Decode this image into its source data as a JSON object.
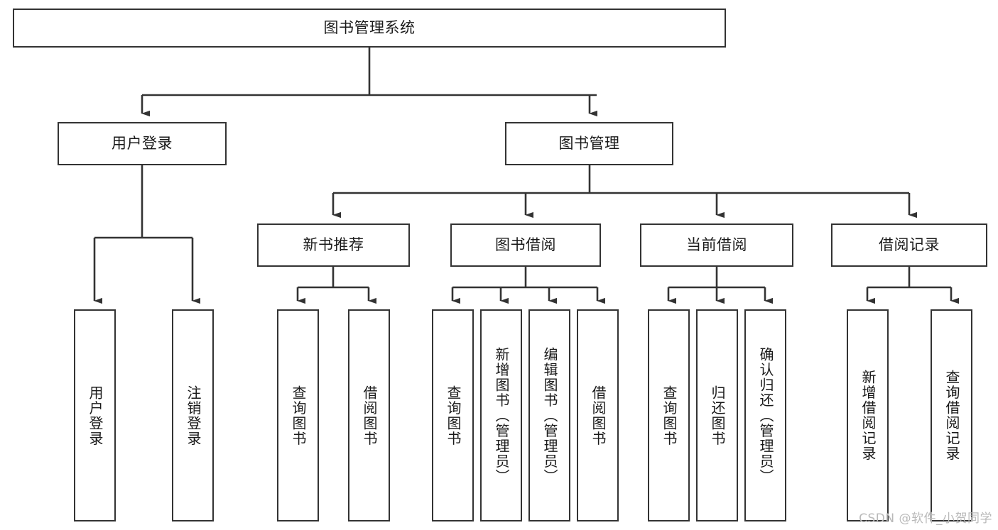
{
  "diagram": {
    "title": "图书管理系统",
    "type": "tree-hierarchy-diagram",
    "watermark": "CSDN @软件_小贺同学",
    "colors": {
      "box_border": "#333333",
      "box_fill": "#ffffff",
      "connector": "#333333",
      "text": "#1a1a1a",
      "watermark": "#b9b9b9"
    },
    "root": {
      "label": "图书管理系统"
    },
    "level2": [
      {
        "key": "user_login",
        "label": "用户登录"
      },
      {
        "key": "book_manage",
        "label": "图书管理"
      }
    ],
    "level3": [
      {
        "key": "new_book_rec",
        "label": "新书推荐"
      },
      {
        "key": "book_borrow",
        "label": "图书借阅"
      },
      {
        "key": "current_borrow",
        "label": "当前借阅"
      },
      {
        "key": "borrow_record",
        "label": "借阅记录"
      }
    ],
    "leaves": {
      "user_login": [
        {
          "key": "leaf_user_login",
          "label": "用户登录"
        },
        {
          "key": "leaf_logout",
          "label": "注销登录"
        }
      ],
      "new_book_rec": [
        {
          "key": "leaf_query_book_1",
          "label": "查询图书"
        },
        {
          "key": "leaf_borrow_book_1",
          "label": "借阅图书"
        }
      ],
      "book_borrow": [
        {
          "key": "leaf_query_book_2",
          "label": "查询图书"
        },
        {
          "key": "leaf_add_book",
          "label": "新增图书（管理员）"
        },
        {
          "key": "leaf_edit_book",
          "label": "编辑图书（管理员）"
        },
        {
          "key": "leaf_borrow_book_2",
          "label": "借阅图书"
        }
      ],
      "current_borrow": [
        {
          "key": "leaf_query_book_3",
          "label": "查询图书"
        },
        {
          "key": "leaf_return_book",
          "label": "归还图书"
        },
        {
          "key": "leaf_confirm_return",
          "label": "确认归还（管理员）"
        }
      ],
      "borrow_record": [
        {
          "key": "leaf_add_record",
          "label": "新增借阅记录"
        },
        {
          "key": "leaf_query_record",
          "label": "查询借阅记录"
        }
      ]
    }
  }
}
